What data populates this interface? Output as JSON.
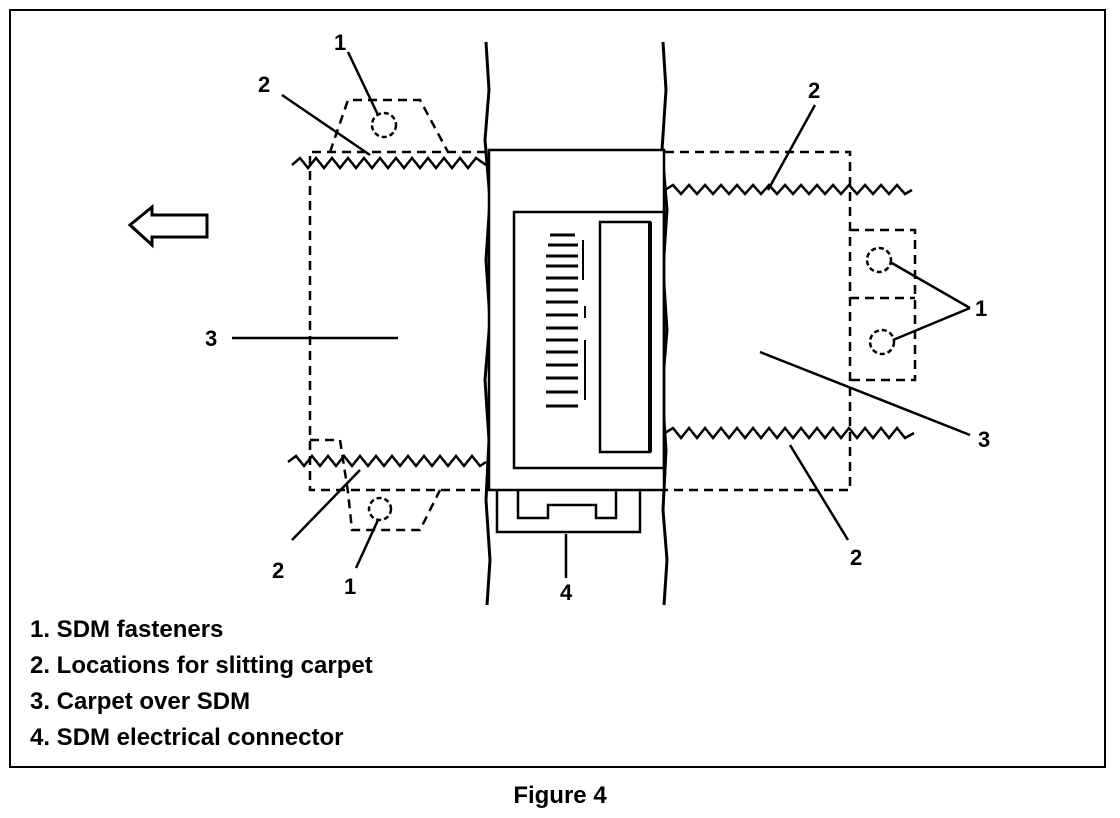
{
  "callouts": {
    "fastener_top_left": "1",
    "fastener_bottom_left": "1",
    "fasteners_right": "1",
    "slit_top_left": "2",
    "slit_bottom_left": "2",
    "slit_top_right": "2",
    "slit_bottom_right": "2",
    "carpet_left": "3",
    "carpet_right": "3",
    "connector": "4"
  },
  "legend": [
    "1. SDM fasteners",
    "2. Locations for slitting carpet",
    "3. Carpet over SDM",
    "4. SDM electrical connector"
  ],
  "caption": "Figure 4",
  "icons": {
    "direction_arrow": "left-arrow-icon"
  }
}
